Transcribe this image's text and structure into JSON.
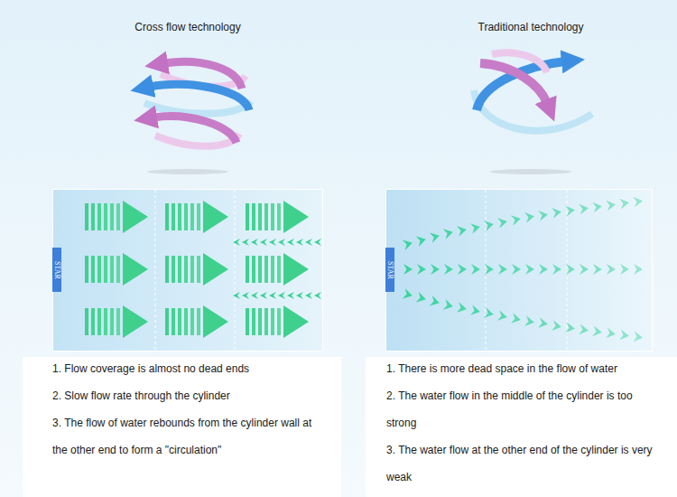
{
  "diagram": {
    "nodes": [
      {
        "text": [
          "STAR"
        ]
      },
      {
        "text": [
          "STAR"
        ]
      }
    ],
    "labels": [
      "Cross flow technology",
      "Traditional technology",
      "1. Flow coverage is almost no dead ends",
      "2. Slow flow rate through the cylinder",
      "3. The flow of water rebounds from the cylinder wall at the other end to form a \"circulation\"",
      "1. There is more dead space in the flow of water",
      "2. The water flow in the middle of the cylinder is too strong",
      "3. The water flow at the other end of the cylinder is very weak"
    ]
  }
}
